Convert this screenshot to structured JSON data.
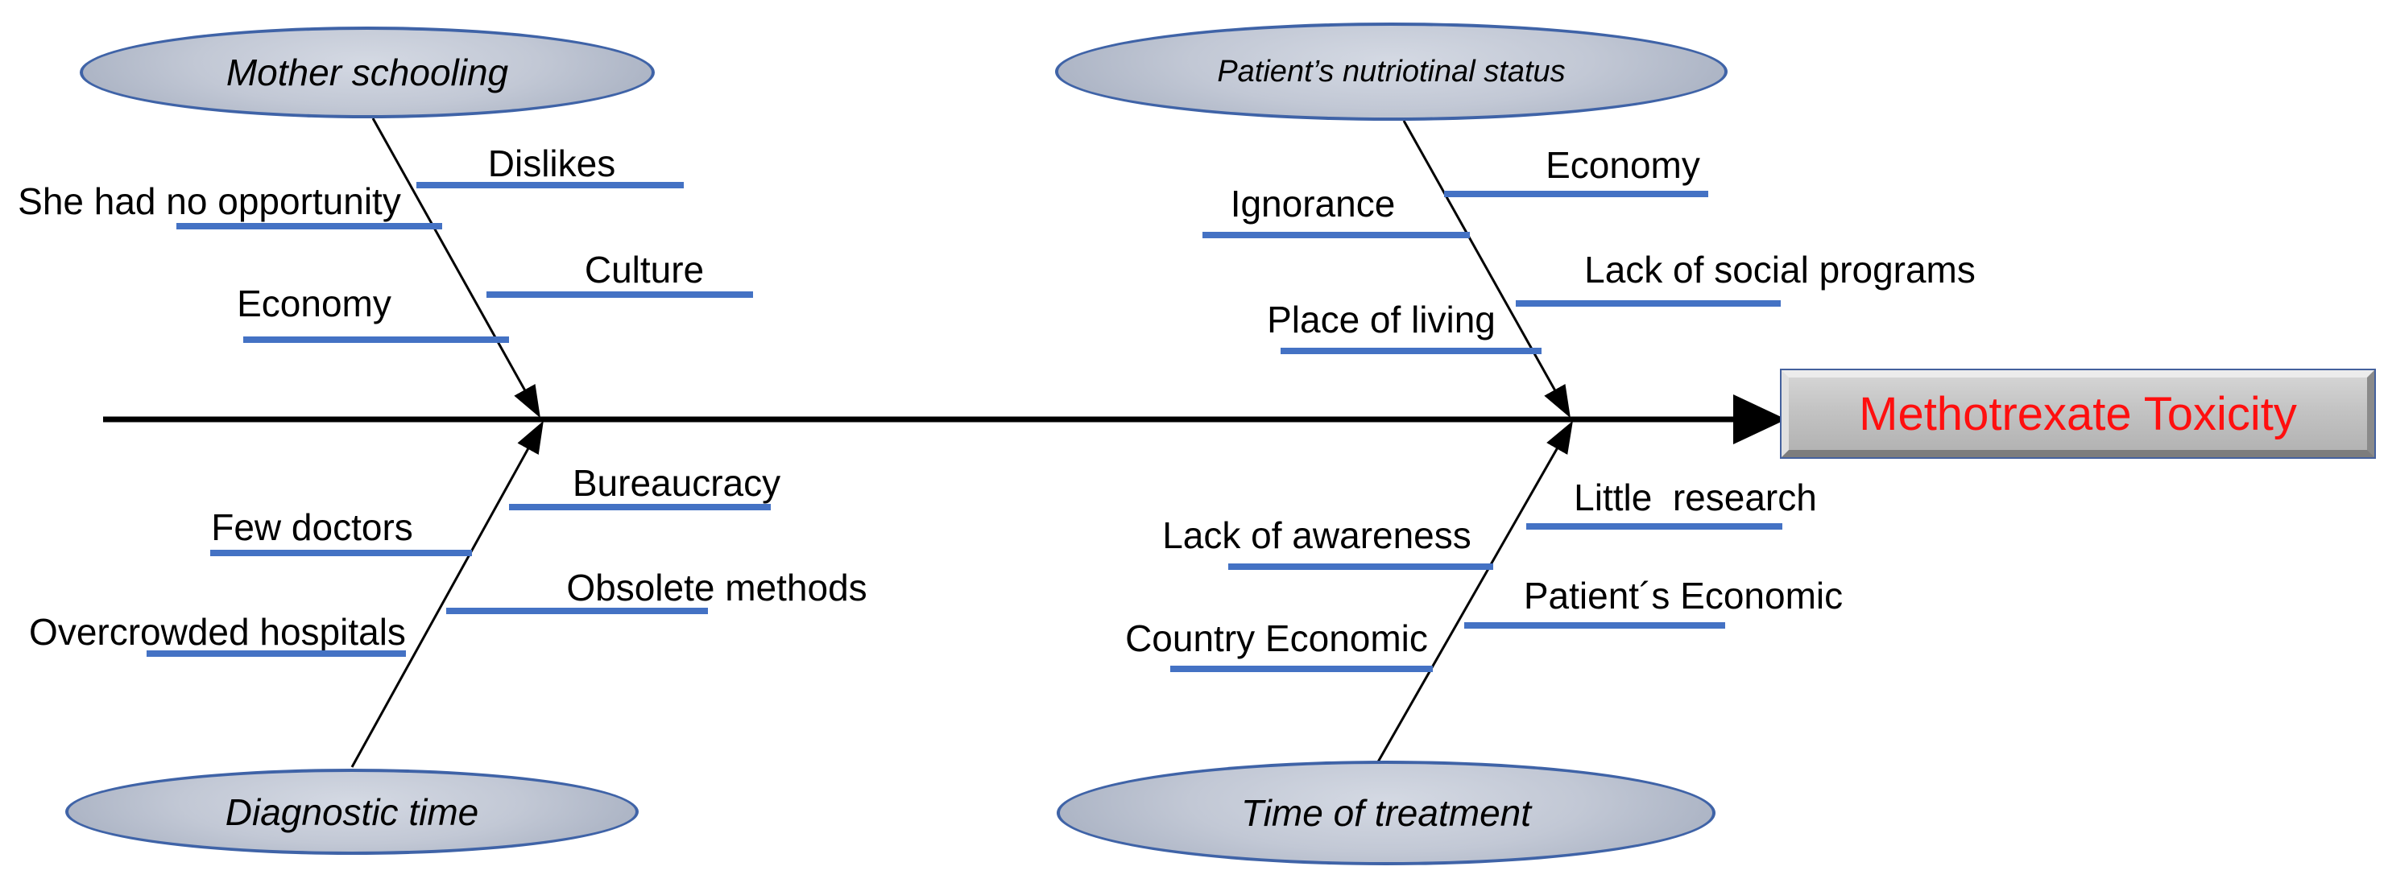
{
  "diagram": {
    "type": "fishbone",
    "effect": {
      "label": "Methotrexate Toxicity"
    },
    "categories": [
      {
        "label": "Mother schooling",
        "placement": "top-left",
        "causes": [
          "She had no opportunity",
          "Dislikes",
          "Economy",
          "Culture"
        ]
      },
      {
        "label": "Patient’s nutriotinal status",
        "placement": "top-right",
        "causes": [
          "Ignorance",
          "Economy",
          "Lack of social programs",
          "Place of living"
        ]
      },
      {
        "label": "Diagnostic time",
        "placement": "bottom-left",
        "causes": [
          "Few doctors",
          "Bureaucracy",
          "Overcrowded hospitals",
          "Obsolete methods"
        ]
      },
      {
        "label": "Time of treatment",
        "placement": "bottom-right",
        "causes": [
          "Lack of awareness",
          "Little  research",
          "Country Economic",
          "Patient´s Economic"
        ]
      }
    ],
    "colors": {
      "cause_underline": "#4472C4",
      "ellipse_border": "#3F63A7",
      "ellipse_fill_center": "#CDD3DE",
      "ellipse_fill_edge": "#8F99AC",
      "effect_text": "#FF0F0F",
      "effect_box_face": "#C0C0C0",
      "effect_box_border": "#44619D",
      "line": "#000000",
      "background": "#FFFFFF"
    }
  }
}
